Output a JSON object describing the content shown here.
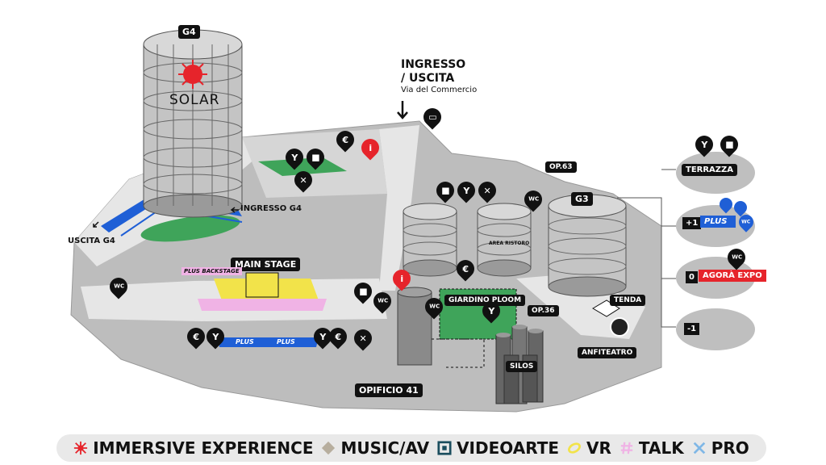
{
  "labels": {
    "g4": "G4",
    "solar": "SOLAR",
    "ingresso_uscita_1": "INGRESSO",
    "ingresso_uscita_2": "/ USCITA",
    "via": "Via del Commercio",
    "ingresso_g4": "INGRESSO G4",
    "uscita_g4": "USCITA G4",
    "main_stage": "MAIN STAGE",
    "plus_backstage": "PLUS BACKSTAGE",
    "plus_left": "PLUS",
    "plus_right": "PLUS",
    "area_ristoro": "AREA RISTORO",
    "giardino_ploom": "GIARDINO PLOOM",
    "op36": "OP.36",
    "op63": "OP.63",
    "g3": "G3",
    "tenda": "TENDA",
    "anfiteatro": "ANFITEATRO",
    "silos": "SILOS",
    "opificio": "OPIFICIO 41",
    "wc": "WC"
  },
  "floors": {
    "terrazza": "TERRAZZA",
    "plus1_num": "+1",
    "plus1_label": "PLUS",
    "zero_num": "0",
    "agora": "AGORÀ EXPO",
    "minus1_num": "-1"
  },
  "legend": [
    {
      "icon": "immersive-experience-icon",
      "label": "IMMERSIVE EXPERIENCE"
    },
    {
      "icon": "music-av-icon",
      "label": "MUSIC/AV"
    },
    {
      "icon": "videoarte-icon",
      "label": "VIDEOARTE"
    },
    {
      "icon": "vr-icon",
      "label": "VR"
    },
    {
      "icon": "talk-icon",
      "label": "TALK"
    },
    {
      "icon": "pro-icon",
      "label": "PRO"
    }
  ],
  "colors": {
    "ground": "#b9b9b9",
    "ground_light": "#e4e4e4",
    "green": "#3fa45a",
    "accent_red": "#e6242b",
    "accent_blue": "#1f5fd6",
    "accent_yellow": "#f2e34a",
    "accent_pink": "#f0b3e5"
  }
}
